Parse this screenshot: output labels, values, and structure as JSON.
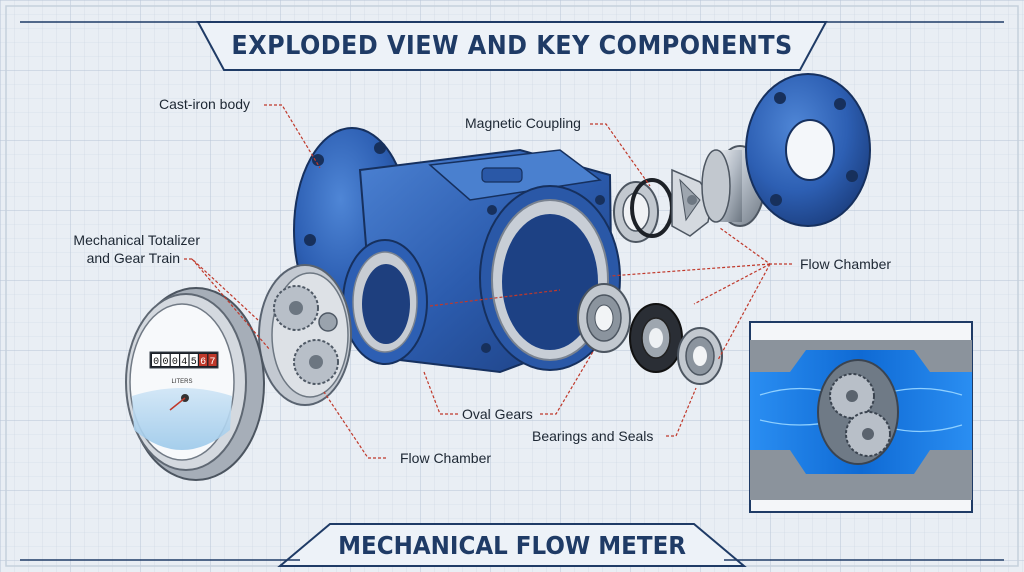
{
  "title": "EXPLODED VIEW AND KEY COMPONENTS",
  "footer": "MECHANICAL FLOW METER",
  "labels": {
    "cast_iron_body": "Cast-iron body",
    "magnetic_coupling": "Magnetic Coupling",
    "totalizer_line1": "Mechanical Totalizer",
    "totalizer_line2": "and Gear Train",
    "flow_chamber_right": "Flow Chamber",
    "oval_gears": "Oval Gears",
    "bearings_seals": "Bearings and Seals",
    "flow_chamber_bottom": "Flow Chamber"
  },
  "register": {
    "digits": [
      "0",
      "0",
      "0",
      "4",
      "5",
      "6",
      "7"
    ],
    "unit": "LITERS"
  },
  "colors": {
    "body_blue": "#2f5fae",
    "dark_blue": "#1f3b66",
    "leader_red": "#c0392b",
    "grid_line": "#c6d2e0",
    "flow_blue": "#1e8ff0"
  }
}
